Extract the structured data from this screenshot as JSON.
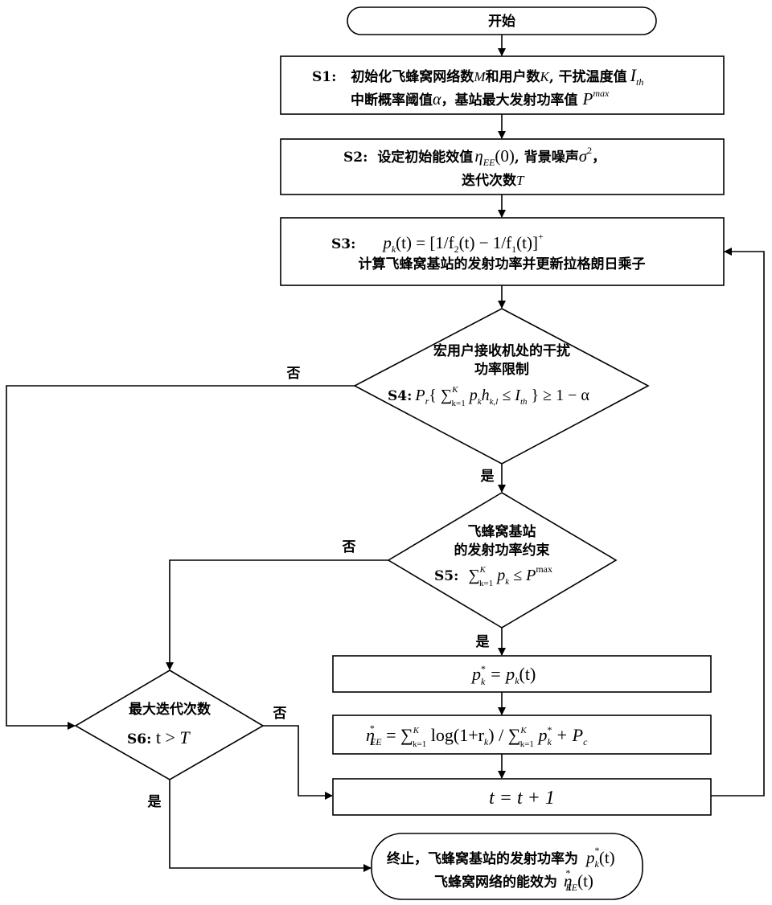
{
  "start": {
    "label": "开始"
  },
  "s1": {
    "tag": "S1:",
    "line1_text": "初始化飞蜂窝网络数",
    "var_m": "M",
    "and_users": "和用户数",
    "var_k": "K",
    "interf_temp": ", 干扰温度值",
    "i_th": "I",
    "i_th_sub": "th",
    "line2_text": "中断概率阈值",
    "alpha": "α",
    "max_power_text": "，基站最大发射功率值",
    "p": "P",
    "p_sup": "max"
  },
  "s2": {
    "tag": "S2:",
    "line1_text": "设定初始能效值",
    "eta": "η",
    "eta_sub": "EE",
    "eta_arg": "(0)",
    "noise_text": ", 背景噪声",
    "sigma": "σ",
    "sigma_sup": "2",
    "comma": "，",
    "line2_text": "迭代次数",
    "var_t": "T"
  },
  "s3": {
    "tag": "S3:",
    "formula_lhs": "p",
    "formula_lhs_sub": "k",
    "formula_lhs_arg": "(t) = ",
    "formula_rhs": "[1/f",
    "formula_rhs_sub1": "2",
    "formula_rhs_mid": "(t) − 1/f",
    "formula_rhs_sub2": "1",
    "formula_rhs_end": "(t)]",
    "formula_sup": "+",
    "line2_text": "计算飞蜂窝基站的发射功率并更新拉格朗日乘子"
  },
  "s4": {
    "line1_text": "宏用户接收机处的干扰",
    "line2_text": "功率限制",
    "tag": "S4:",
    "formula_pr": "P",
    "formula_pr_sub": "r",
    "formula_sum": "{ ∑",
    "formula_sum_sup": "K",
    "formula_sum_sub": "k=1",
    "formula_body": " p",
    "formula_body_sub1": "k",
    "formula_h": "h",
    "formula_h_sub": "k,l",
    "formula_le": " ≤ I",
    "formula_ith_sub": "th",
    "formula_end": " } ≥ 1 − α"
  },
  "s5": {
    "line1_text": "飞蜂窝基站",
    "line2_text": "的发射功率约束",
    "tag": "S5:",
    "formula_sum": "∑",
    "formula_sum_sup": "K",
    "formula_sum_sub": "k=1",
    "formula_p": " p",
    "formula_p_sub": "k",
    "formula_le": " ≤ P",
    "formula_sup": "max"
  },
  "assign_p": {
    "lhs": "p",
    "lhs_sup": "*",
    "lhs_sub": "k",
    "rhs": " = p",
    "rhs_sub": "k",
    "rhs_arg": "(t)"
  },
  "assign_eta": {
    "lhs": "η",
    "lhs_sup": "*",
    "lhs_sub": "EE",
    "eq": " = ∑",
    "sum1_sup": "K",
    "sum1_sub": "k=1",
    "log_text": " log(1+r",
    "log_sub": "k",
    "div": ") / ∑",
    "sum2_sup": "K",
    "sum2_sub": "k=1",
    "p2": " p",
    "p2_sup": "*",
    "p2_sub": "k",
    "plus": " + P",
    "pc_sub": "c"
  },
  "increment": {
    "text": "t = t + 1"
  },
  "s6": {
    "line1_text": "最大迭代次数",
    "tag": "S6:",
    "formula": " t > ",
    "var_t": "T"
  },
  "end": {
    "line1_text": "终止，飞蜂窝基站的发射功率为",
    "p": "p",
    "p_sup": "*",
    "p_sub": "k",
    "p_arg": "(t)",
    "line2_text": "飞蜂窝网络的能效为",
    "eta": "η",
    "eta_sup": "*",
    "eta_sub": "EE",
    "eta_arg": "(t)"
  },
  "labels": {
    "s4_no": "否",
    "s4_yes": "是",
    "s5_no": "否",
    "s5_yes": "是",
    "s6_no": "否",
    "s6_yes": "是"
  }
}
